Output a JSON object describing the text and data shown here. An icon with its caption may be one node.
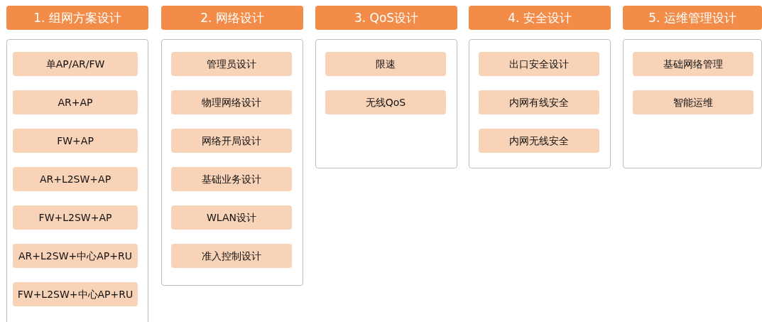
{
  "diagram": {
    "nodes": [
      {
        "text": [
          "1. 组网方案设计"
        ]
      },
      {
        "text": [
          "单AP/AR/FW"
        ],
        "in": 0
      },
      {
        "text": [
          "AR+AP"
        ],
        "in": 0
      },
      {
        "text": [
          "FW+AP"
        ],
        "in": 0
      },
      {
        "text": [
          "AR+L2SW+AP"
        ],
        "in": 0
      },
      {
        "text": [
          "FW+L2SW+AP"
        ],
        "in": 0
      },
      {
        "text": [
          "AR+L2SW+中心AP+RU"
        ],
        "in": 0
      },
      {
        "text": [
          "FW+L2SW+中心AP+RU"
        ],
        "in": 0
      },
      {
        "text": [
          "2. 网络设计"
        ]
      },
      {
        "text": [
          "管理员设计"
        ],
        "in": 8
      },
      {
        "text": [
          "物理网络设计"
        ],
        "in": 8
      },
      {
        "text": [
          "网络开局设计"
        ],
        "in": 8
      },
      {
        "text": [
          "基础业务设计"
        ],
        "in": 8
      },
      {
        "text": [
          "WLAN设计"
        ],
        "in": 8
      },
      {
        "text": [
          "准入控制设计"
        ],
        "in": 8
      },
      {
        "text": [
          "3. QoS设计"
        ]
      },
      {
        "text": [
          "限速"
        ],
        "in": 15
      },
      {
        "text": [
          "无线QoS"
        ],
        "in": 15
      },
      {
        "text": [
          "4. 安全设计"
        ]
      },
      {
        "text": [
          "出口安全设计"
        ],
        "in": 18
      },
      {
        "text": [
          "内网有线安全"
        ],
        "in": 18
      },
      {
        "text": [
          "内网无线安全"
        ],
        "in": 18
      },
      {
        "text": [
          "5. 运维管理设计"
        ]
      },
      {
        "text": [
          "基础网络管理"
        ],
        "in": 22
      },
      {
        "text": [
          "智能运维"
        ],
        "in": 22
      }
    ]
  }
}
